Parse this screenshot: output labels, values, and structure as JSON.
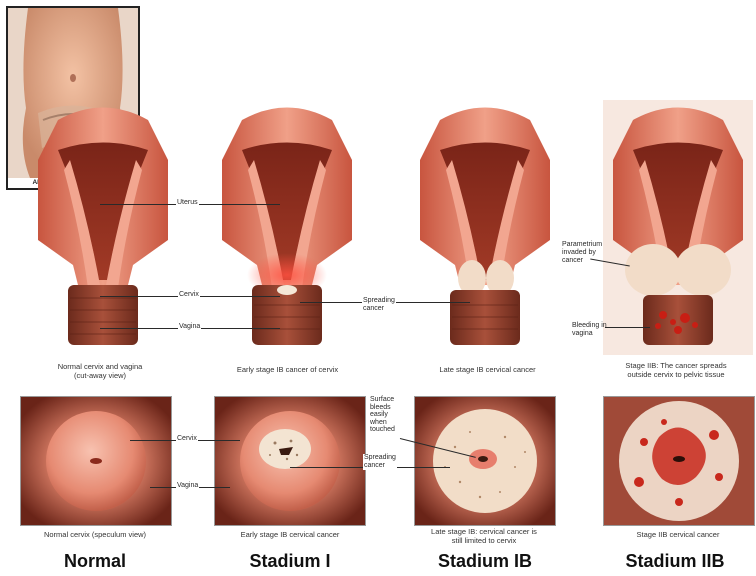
{
  "inset": {
    "label": "AREA OF ENLARGEMENT"
  },
  "top_labels": {
    "uterus": "Uterus",
    "cervix": "Cervix",
    "vagina": "Vagina",
    "spreading_cancer": "Spreading\ncancer",
    "parametrium": "Parametrium\ninvaded by\ncancer",
    "bleeding": "Bleeding in\nvagina"
  },
  "top_captions": [
    "Normal cervix and vagina\n(cut-away view)",
    "Early stage IB cancer of cervix",
    "Late stage IB cervical cancer",
    "Stage IIB: The cancer spreads\noutside cervix to pelvic tissue"
  ],
  "bottom_labels": {
    "cervix": "Cervix",
    "vagina": "Vagina",
    "surface_bleeds": "Surface\nbleeds\neasily\nwhen\ntouched",
    "spreading_cancer": "Spreading\ncancer"
  },
  "bottom_captions": [
    "Normal cervix (speculum view)",
    "Early stage IB cervical cancer",
    "Late stage IB: cervical cancer is\nstill limited to cervix",
    "Stage IIB cervical cancer"
  ],
  "stages": [
    "Normal",
    "Stadium I",
    "Stadium IB",
    "Stadium IIB"
  ]
}
